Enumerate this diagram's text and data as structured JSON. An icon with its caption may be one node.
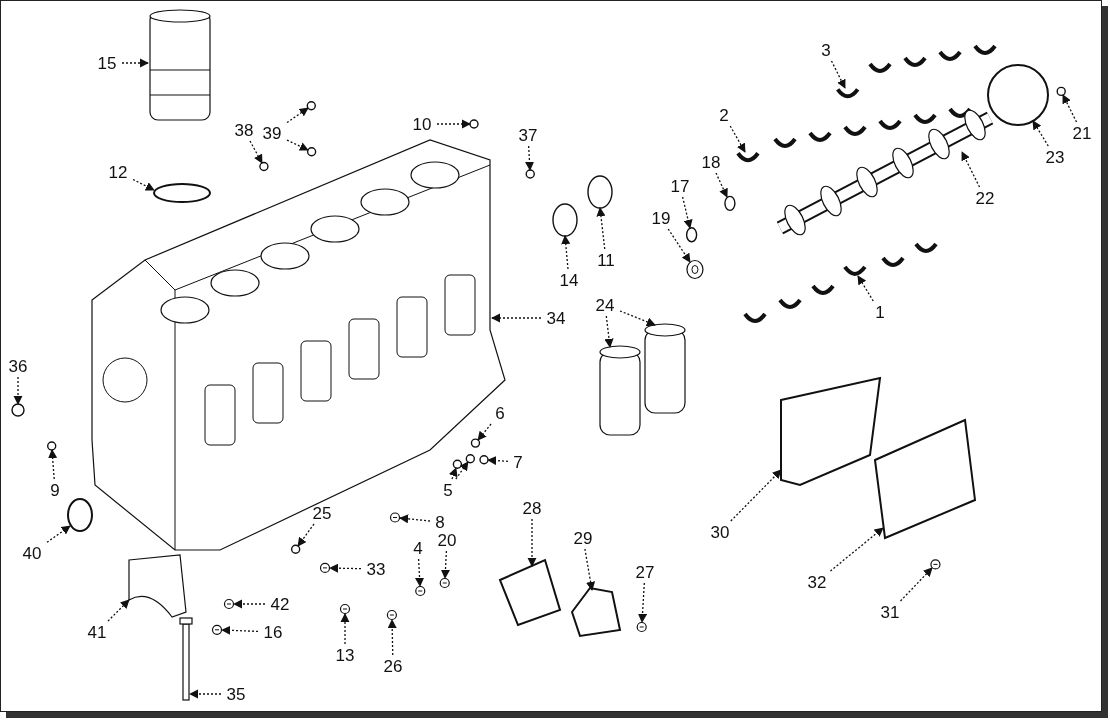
{
  "diagram": {
    "nodes": [
      {
        "text": [
          "15"
        ]
      },
      {
        "text": [
          "3"
        ]
      },
      {
        "text": [
          "10"
        ]
      },
      {
        "text": [
          "39"
        ]
      },
      {
        "text": [
          "38"
        ]
      },
      {
        "text": [
          "2"
        ]
      },
      {
        "text": [
          "37"
        ]
      },
      {
        "text": [
          "21"
        ]
      },
      {
        "text": [
          "12"
        ]
      },
      {
        "text": [
          "18"
        ]
      },
      {
        "text": [
          "23"
        ]
      },
      {
        "text": [
          "17"
        ]
      },
      {
        "text": [
          "22"
        ]
      },
      {
        "text": [
          "19"
        ]
      },
      {
        "text": [
          "11"
        ]
      },
      {
        "text": [
          "14"
        ]
      },
      {
        "text": [
          "24"
        ]
      },
      {
        "text": [
          "1"
        ]
      },
      {
        "text": [
          "34"
        ]
      },
      {
        "text": [
          "36"
        ]
      },
      {
        "text": [
          "6"
        ]
      },
      {
        "text": [
          "7"
        ]
      },
      {
        "text": [
          "9"
        ]
      },
      {
        "text": [
          "5"
        ]
      },
      {
        "text": [
          "25"
        ]
      },
      {
        "text": [
          "8"
        ]
      },
      {
        "text": [
          "28"
        ]
      },
      {
        "text": [
          "20"
        ]
      },
      {
        "text": [
          "29"
        ]
      },
      {
        "text": [
          "30"
        ]
      },
      {
        "text": [
          "4"
        ]
      },
      {
        "text": [
          "33"
        ]
      },
      {
        "text": [
          "27"
        ]
      },
      {
        "text": [
          "40"
        ]
      },
      {
        "text": [
          "32"
        ]
      },
      {
        "text": [
          "42"
        ]
      },
      {
        "text": [
          "31"
        ]
      },
      {
        "text": [
          "16"
        ]
      },
      {
        "text": [
          "41"
        ]
      },
      {
        "text": [
          "13"
        ]
      },
      {
        "text": [
          "26"
        ]
      },
      {
        "text": [
          "35"
        ]
      },
      {
        "text": [],
        "shape": "picture"
      },
      {
        "text": [],
        "shape": "picture"
      },
      {
        "text": [],
        "shape": "circle"
      },
      {
        "text": [],
        "shape": "circle"
      },
      {
        "text": [],
        "shape": "circle"
      },
      {
        "text": [],
        "shape": "circle"
      },
      {
        "text": [],
        "shape": "picture"
      },
      {
        "text": [],
        "shape": "circle"
      },
      {
        "text": [],
        "shape": "circle"
      },
      {
        "text": [],
        "shape": "circle"
      },
      {
        "text": [],
        "shape": "circle"
      },
      {
        "text": [],
        "shape": "circle"
      },
      {
        "text": [],
        "shape": "circle"
      },
      {
        "text": [],
        "shape": "picture"
      },
      {
        "text": [],
        "shape": "picture"
      },
      {
        "text": [],
        "shape": "circle"
      },
      {
        "text": [],
        "shape": "circle"
      },
      {
        "text": [],
        "shape": "cylinder"
      },
      {
        "text": [],
        "shape": "cylinder"
      },
      {
        "text": [],
        "shape": "picture"
      },
      {
        "text": [],
        "shape": "picture"
      },
      {
        "text": [],
        "shape": "circle"
      },
      {
        "text": [],
        "shape": "circle"
      },
      {
        "text": [],
        "shape": "circle"
      },
      {
        "text": [],
        "shape": "circle"
      },
      {
        "text": [],
        "shape": "circle"
      },
      {
        "text": [],
        "shape": "circle"
      },
      {
        "text": [],
        "shape": "circle"
      },
      {
        "text": [],
        "shape": "picture"
      },
      {
        "text": [],
        "shape": "box"
      },
      {
        "text": [],
        "shape": "picture"
      },
      {
        "text": [],
        "shape": "box"
      },
      {
        "text": [],
        "shape": "box"
      },
      {
        "text": [],
        "shape": "picture"
      },
      {
        "text": [],
        "shape": "picture"
      },
      {
        "text": [],
        "shape": "picture"
      },
      {
        "text": [],
        "shape": "circle"
      },
      {
        "text": [],
        "shape": "box"
      },
      {
        "text": [],
        "shape": "picture"
      },
      {
        "text": [],
        "shape": "picture"
      },
      {
        "text": [],
        "shape": "picture"
      },
      {
        "text": [],
        "shape": "picture"
      },
      {
        "text": [],
        "shape": "picture"
      },
      {
        "text": [],
        "shape": "picture"
      },
      {
        "text": [],
        "shape": "picture"
      }
    ],
    "edges": [
      {
        "from": 0,
        "to": 42,
        "arrow": "to"
      },
      {
        "from": 1,
        "to": 43,
        "arrow": "to"
      },
      {
        "from": 2,
        "to": 44,
        "arrow": "to"
      },
      {
        "from": 3,
        "to": 45,
        "arrow": "to"
      },
      {
        "from": 3,
        "to": 46,
        "arrow": "to"
      },
      {
        "from": 4,
        "to": 47,
        "arrow": "to"
      },
      {
        "from": 5,
        "to": 48,
        "arrow": "to"
      },
      {
        "from": 6,
        "to": 49,
        "arrow": "to"
      },
      {
        "from": 7,
        "to": 50,
        "arrow": "to"
      },
      {
        "from": 8,
        "to": 51,
        "arrow": "to"
      },
      {
        "from": 9,
        "to": 52,
        "arrow": "to"
      },
      {
        "from": 10,
        "to": 53,
        "arrow": "to"
      },
      {
        "from": 11,
        "to": 54,
        "arrow": "to"
      },
      {
        "from": 12,
        "to": 55,
        "arrow": "to"
      },
      {
        "from": 13,
        "to": 56,
        "arrow": "to"
      },
      {
        "from": 14,
        "to": 57,
        "arrow": "to"
      },
      {
        "from": 15,
        "to": 58,
        "arrow": "to"
      },
      {
        "from": 16,
        "to": 59,
        "arrow": "to"
      },
      {
        "from": 16,
        "to": 60,
        "arrow": "to"
      },
      {
        "from": 17,
        "to": 61,
        "arrow": "to"
      },
      {
        "from": 18,
        "to": 62,
        "arrow": "to"
      },
      {
        "from": 19,
        "to": 63,
        "arrow": "to"
      },
      {
        "from": 20,
        "to": 64,
        "arrow": "to"
      },
      {
        "from": 21,
        "to": 65,
        "arrow": "to"
      },
      {
        "from": 22,
        "to": 66,
        "arrow": "to"
      },
      {
        "from": 23,
        "to": 67,
        "arrow": "to"
      },
      {
        "from": 23,
        "to": 68,
        "arrow": "to"
      },
      {
        "from": 24,
        "to": 69,
        "arrow": "to"
      },
      {
        "from": 25,
        "to": 70,
        "arrow": "to"
      },
      {
        "from": 26,
        "to": 71,
        "arrow": "to"
      },
      {
        "from": 27,
        "to": 72,
        "arrow": "to"
      },
      {
        "from": 28,
        "to": 73,
        "arrow": "to"
      },
      {
        "from": 29,
        "to": 74,
        "arrow": "to"
      },
      {
        "from": 30,
        "to": 75,
        "arrow": "to"
      },
      {
        "from": 31,
        "to": 76,
        "arrow": "to"
      },
      {
        "from": 32,
        "to": 77,
        "arrow": "to"
      },
      {
        "from": 33,
        "to": 78,
        "arrow": "to"
      },
      {
        "from": 34,
        "to": 79,
        "arrow": "to"
      },
      {
        "from": 35,
        "to": 80,
        "arrow": "to"
      },
      {
        "from": 36,
        "to": 81,
        "arrow": "to"
      },
      {
        "from": 37,
        "to": 82,
        "arrow": "to"
      },
      {
        "from": 38,
        "to": 83,
        "arrow": "to"
      },
      {
        "from": 39,
        "to": 84,
        "arrow": "to"
      },
      {
        "from": 40,
        "to": 85,
        "arrow": "to"
      },
      {
        "from": 41,
        "to": 86,
        "arrow": "to"
      }
    ]
  }
}
